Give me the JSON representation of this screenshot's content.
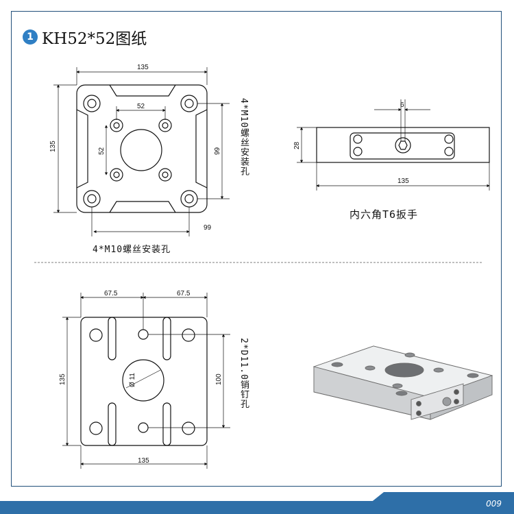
{
  "header": {
    "badge_number": "1",
    "title": "KH52*52图纸"
  },
  "top_left_view": {
    "dim_width": "135",
    "dim_height": "135",
    "dim_inner_h": "52",
    "dim_inner_v": "52",
    "dim_bottom": "99",
    "dim_right": "99",
    "label_right": "4*M10螺丝安装孔",
    "label_bottom": "4*M10螺丝安装孔"
  },
  "top_right_view": {
    "dim_slot": "6",
    "dim_height": "28",
    "dim_width": "135",
    "caption": "内六角T6扳手"
  },
  "bottom_left_view": {
    "dim_half_left": "67.5",
    "dim_half_right": "67.5",
    "dim_height": "135",
    "dim_width": "135",
    "dim_inner": "100",
    "dim_diameter": "Ø 11",
    "label_right": "2*D11.0销钉孔"
  },
  "footer": {
    "page_number": "009",
    "color": "#2e6fa8"
  }
}
